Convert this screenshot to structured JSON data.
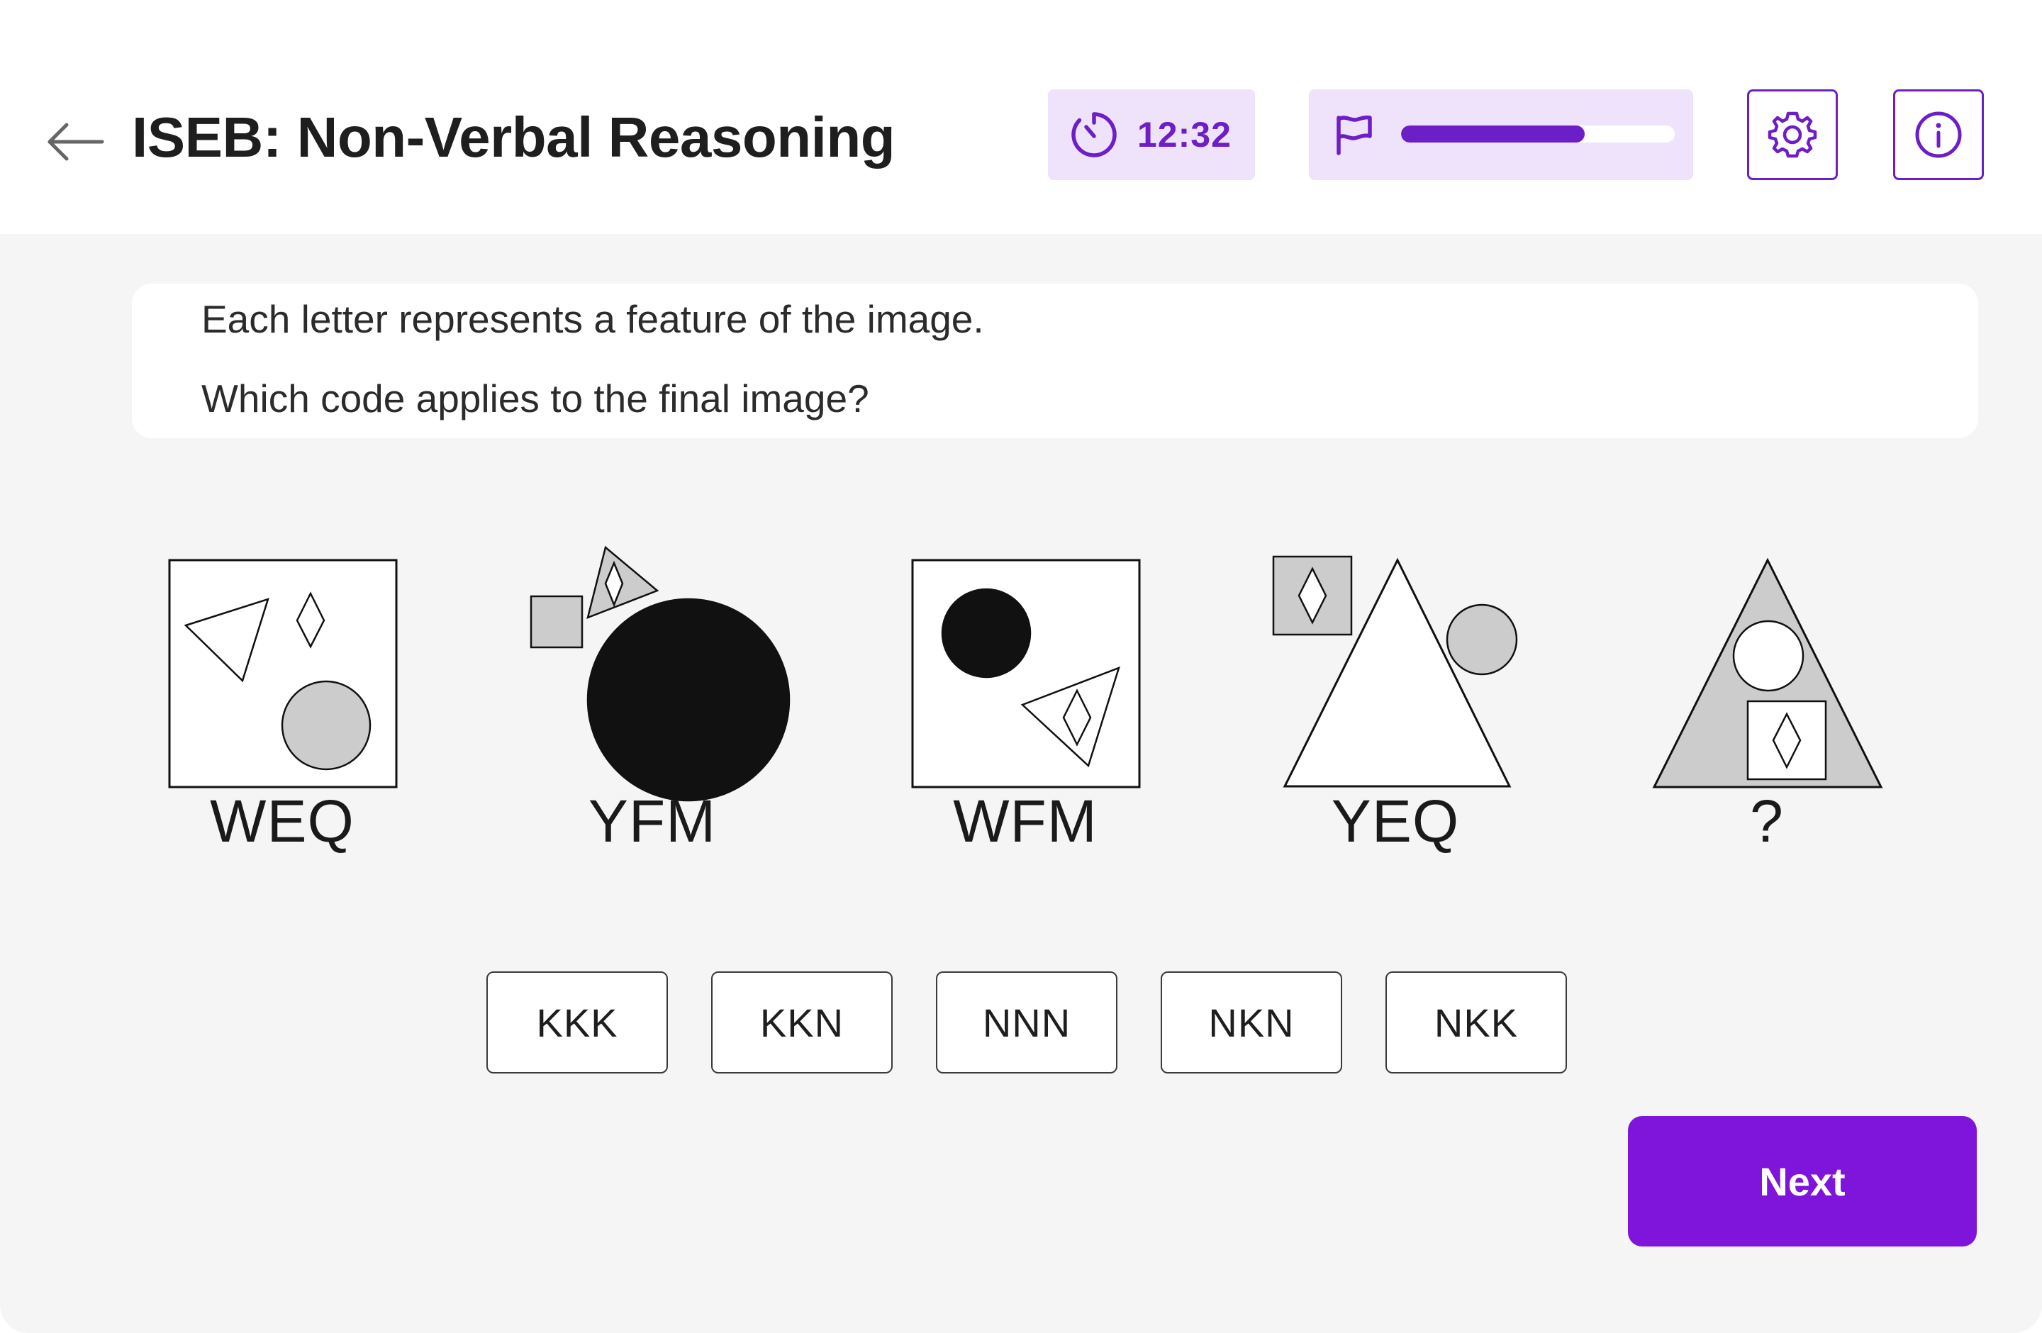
{
  "header": {
    "title": "ISEB: Non-Verbal Reasoning",
    "timer": "12:32",
    "progress_fraction": 0.67,
    "accent_color": "#6d1fc7",
    "icons": [
      "back-arrow-icon",
      "timer-icon",
      "flag-icon",
      "settings-gear-icon",
      "info-icon"
    ]
  },
  "question": {
    "line1": "Each letter represents a feature of the image.",
    "line2": "Which code applies to the final image?"
  },
  "figures": [
    {
      "code": "WEQ"
    },
    {
      "code": "YFM"
    },
    {
      "code": "WFM"
    },
    {
      "code": "YEQ"
    },
    {
      "code": "?"
    }
  ],
  "options": [
    "KKK",
    "KKN",
    "NNN",
    "NKN",
    "NKK"
  ],
  "next_label": "Next"
}
